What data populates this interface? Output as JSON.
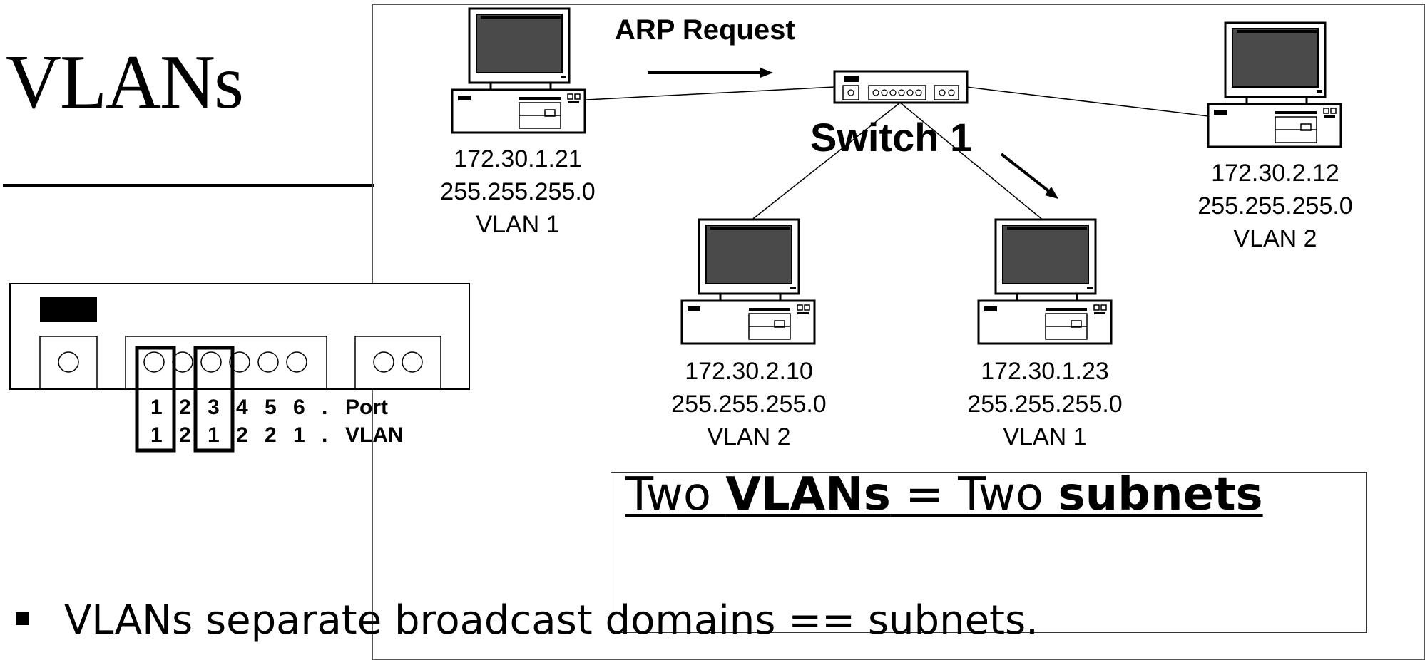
{
  "slide": {
    "title": "VLANs",
    "bullet": "VLANs separate broadcast domains == subnets."
  },
  "diagram": {
    "arp_label": "ARP Request",
    "switch_label": "Switch 1",
    "hosts": [
      {
        "ip": "172.30.1.21",
        "mask": "255.255.255.0",
        "vlan": "VLAN 1"
      },
      {
        "ip": "172.30.2.12",
        "mask": "255.255.255.0",
        "vlan": "VLAN 2"
      },
      {
        "ip": "172.30.2.10",
        "mask": "255.255.255.0",
        "vlan": "VLAN 2"
      },
      {
        "ip": "172.30.1.23",
        "mask": "255.255.255.0",
        "vlan": "VLAN 1"
      }
    ],
    "callout": {
      "part1": "Two ",
      "part2": "VLANs",
      "part3": " = Two ",
      "part4": "subnets"
    }
  },
  "port_table": {
    "ports": [
      "1",
      "2",
      "3",
      "4",
      "5",
      "6",
      "."
    ],
    "port_label": "Port",
    "vlans": [
      "1",
      "2",
      "1",
      "2",
      "2",
      "1",
      "."
    ],
    "vlan_label": "VLAN"
  },
  "icons": [
    "computer-icon",
    "switch-icon",
    "arrow-icon"
  ]
}
